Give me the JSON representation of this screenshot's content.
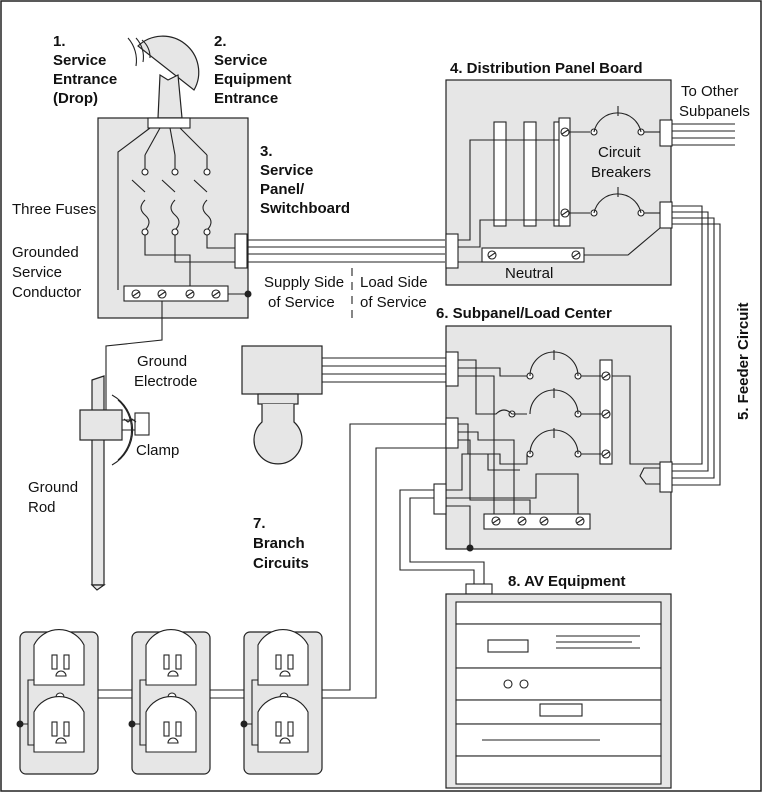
{
  "labels": {
    "service_entrance": [
      "1.",
      "Service",
      "Entrance",
      "(Drop)"
    ],
    "service_equipment": [
      "2.",
      "Service",
      "Equipment",
      "Entrance"
    ],
    "service_panel": [
      "3.",
      "Service",
      "Panel/",
      "Switchboard"
    ],
    "distribution_panel": "4. Distribution Panel Board",
    "feeder_circuit": "5. Feeder Circuit",
    "subpanel": "6. Subpanel/Load Center",
    "branch_circuits": [
      "7.",
      "Branch",
      "Circuits"
    ],
    "av_equipment": "8.  AV Equipment",
    "three_fuses": "Three Fuses",
    "grounded_conductor": [
      "Grounded",
      "Service",
      "Conductor"
    ],
    "supply_side": [
      "Supply Side",
      "of Service"
    ],
    "load_side": [
      "Load Side",
      "of Service"
    ],
    "neutral": "Neutral",
    "circuit_breakers": [
      "Circuit",
      "Breakers"
    ],
    "to_other_subpanels": [
      "To Other",
      "Subpanels"
    ],
    "ground_electrode": [
      "Ground",
      "Electrode"
    ],
    "clamp": "Clamp",
    "ground_rod": [
      "Ground",
      "Rod"
    ]
  },
  "colors": {
    "panel_fill": "#e6e6e6",
    "line": "#222222",
    "background": "#ffffff"
  }
}
